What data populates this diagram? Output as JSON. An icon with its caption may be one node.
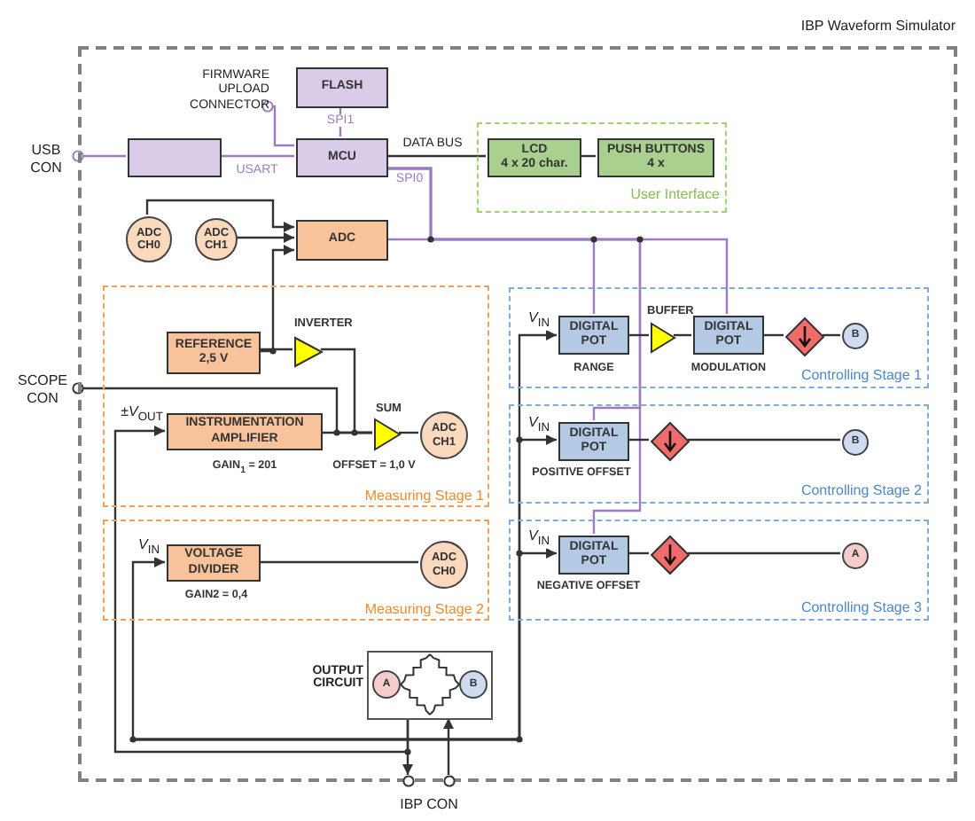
{
  "diagram": {
    "nodes": [
      {
        "text": [
          "IBP Waveform Simulator"
        ]
      },
      {
        "text": [
          "USB CON"
        ]
      },
      {
        "text": [
          "FIRMWARE UPLOAD CONNECTOR"
        ],
        "in": 0
      },
      {
        "text": [
          "FLASH"
        ],
        "in": 0
      },
      {
        "text": [],
        "shape": "box",
        "in": 0
      },
      {
        "text": [
          "MCU"
        ],
        "in": 0
      },
      {
        "text": [
          "User Interface"
        ],
        "in": 0
      },
      {
        "text": [
          "LCD",
          "4 x 20 char."
        ],
        "in": 6
      },
      {
        "text": [
          "PUSH BUTTONS",
          "4 x"
        ],
        "in": 6
      },
      {
        "text": [
          "ADC CH0"
        ],
        "in": 0
      },
      {
        "text": [
          "ADC CH1"
        ],
        "in": 0
      },
      {
        "text": [
          "ADC"
        ],
        "in": 0
      },
      {
        "text": [
          "SCOPE CON"
        ]
      },
      {
        "text": [
          "Measuring Stage 1"
        ],
        "in": 0
      },
      {
        "text": [
          "REFERENCE 2,5 V"
        ],
        "in": 13
      },
      {
        "text": [
          "INVERTER"
        ],
        "in": 13
      },
      {
        "text": [
          "SUM"
        ],
        "beside": [
          "OFFSET = 1,0 V"
        ],
        "in": 13
      },
      {
        "text": [
          "INSTRUMENTATION AMPLIFIER"
        ],
        "beside": [
          "GAIN$_{1}$ = 201"
        ],
        "in": 13
      },
      {
        "text": [
          "ADC CH1"
        ],
        "in": 13
      },
      {
        "text": [
          "Measuring Stage 2"
        ],
        "in": 0
      },
      {
        "text": [
          "VOLTAGE DIVIDER"
        ],
        "beside": [
          "GAIN2 = 0,4"
        ],
        "in": 19
      },
      {
        "text": [
          "ADC CH0"
        ],
        "in": 19
      },
      {
        "text": [
          "Controlling Stage 1"
        ],
        "in": 0
      },
      {
        "text": [
          "DIGITAL POT"
        ],
        "beside": [
          "RANGE"
        ],
        "in": 22
      },
      {
        "text": [
          "BUFFER"
        ],
        "in": 22
      },
      {
        "text": [
          "DIGITAL POT"
        ],
        "beside": [
          "MODULATION"
        ],
        "in": 22
      },
      {
        "text": [],
        "shape": "diamond",
        "in": 22
      },
      {
        "text": [
          "B"
        ],
        "in": 22
      },
      {
        "text": [
          "Controlling Stage 2"
        ],
        "in": 0
      },
      {
        "text": [
          "DIGITAL POT"
        ],
        "beside": [
          "POSITIVE OFFSET"
        ],
        "in": 28
      },
      {
        "text": [],
        "shape": "diamond",
        "in": 28
      },
      {
        "text": [
          "B"
        ],
        "in": 28
      },
      {
        "text": [
          "Controlling Stage 3"
        ],
        "in": 0
      },
      {
        "text": [
          "DIGITAL POT"
        ],
        "beside": [
          "NEGATIVE OFFSET"
        ],
        "in": 32
      },
      {
        "text": [],
        "shape": "diamond",
        "in": 32
      },
      {
        "text": [
          "A"
        ],
        "in": 32
      },
      {
        "text": [
          "OUTPUT CIRCUIT"
        ],
        "in": 0
      },
      {
        "text": [
          "A"
        ],
        "in": 36
      },
      {
        "text": [
          "B"
        ],
        "in": 36
      },
      {
        "text": [
          "IBP CON"
        ]
      }
    ],
    "edges": [
      {
        "from": 1,
        "to": 4,
        "arrow": "other",
        "color": "#9b7cc0"
      },
      {
        "from": 4,
        "to": 5,
        "arrow": "none",
        "label": "USART",
        "color": "#9b7cc0"
      },
      {
        "from": 2,
        "to": 5,
        "arrow": "other",
        "color": "#9b7cc0"
      },
      {
        "from": 3,
        "to": 5,
        "arrow": "none",
        "label": "SPI1",
        "color": "#9b7cc0"
      },
      {
        "from": 5,
        "to": 7,
        "arrow": "none",
        "label": "DATA BUS"
      },
      {
        "from": 7,
        "to": 8,
        "arrow": "none"
      },
      {
        "from": 9,
        "to": 11,
        "arrow": "to"
      },
      {
        "from": 10,
        "to": 11,
        "arrow": "to"
      },
      {
        "from": 14,
        "to": 11,
        "arrow": "to"
      },
      {
        "from": 5,
        "to": 11,
        "arrow": "none",
        "label": "SPI0",
        "color": "#9b7cc0"
      },
      {
        "from": 5,
        "to": 23,
        "arrow": "none",
        "color": "#9b7cc0"
      },
      {
        "from": 5,
        "to": 25,
        "arrow": "none",
        "color": "#9b7cc0"
      },
      {
        "from": 5,
        "to": 29,
        "arrow": "none",
        "color": "#9b7cc0"
      },
      {
        "from": 5,
        "to": 33,
        "arrow": "none",
        "color": "#9b7cc0"
      },
      {
        "from": 14,
        "to": 15,
        "arrow": "none"
      },
      {
        "from": 15,
        "to": 16,
        "arrow": "none"
      },
      {
        "from": 12,
        "to": 16,
        "arrow": "other"
      },
      {
        "from": 17,
        "to": 16,
        "arrow": "none"
      },
      {
        "from": 16,
        "to": 18,
        "arrow": "none"
      },
      {
        "from": 20,
        "to": 21,
        "arrow": "none"
      },
      {
        "from": 23,
        "to": 24,
        "arrow": "none"
      },
      {
        "from": 24,
        "to": 25,
        "arrow": "none"
      },
      {
        "from": 25,
        "to": 26,
        "arrow": "none"
      },
      {
        "from": 26,
        "to": 27,
        "arrow": "none"
      },
      {
        "from": 29,
        "to": 30,
        "arrow": "none"
      },
      {
        "from": 30,
        "to": 31,
        "arrow": "none"
      },
      {
        "from": 33,
        "to": 34,
        "arrow": "none"
      },
      {
        "from": 34,
        "to": 35,
        "arrow": "none"
      },
      {
        "from": 36,
        "to": 39,
        "arrow": "to"
      },
      {
        "from": 39,
        "to": 36,
        "arrow": "to"
      },
      {
        "from": 36,
        "to": 17,
        "arrow": "to",
        "label": "±*V*$_{OUT}$"
      },
      {
        "from": null,
        "to": 20,
        "arrow": "to",
        "label": "*V*$_{IN}$"
      },
      {
        "from": null,
        "to": 23,
        "arrow": "to",
        "label": "*V*$_{IN}$"
      },
      {
        "from": null,
        "to": 29,
        "arrow": "to",
        "label": "*V*$_{IN}$"
      },
      {
        "from": null,
        "to": 33,
        "arrow": "to",
        "label": "*V*$_{IN}$"
      }
    ]
  }
}
